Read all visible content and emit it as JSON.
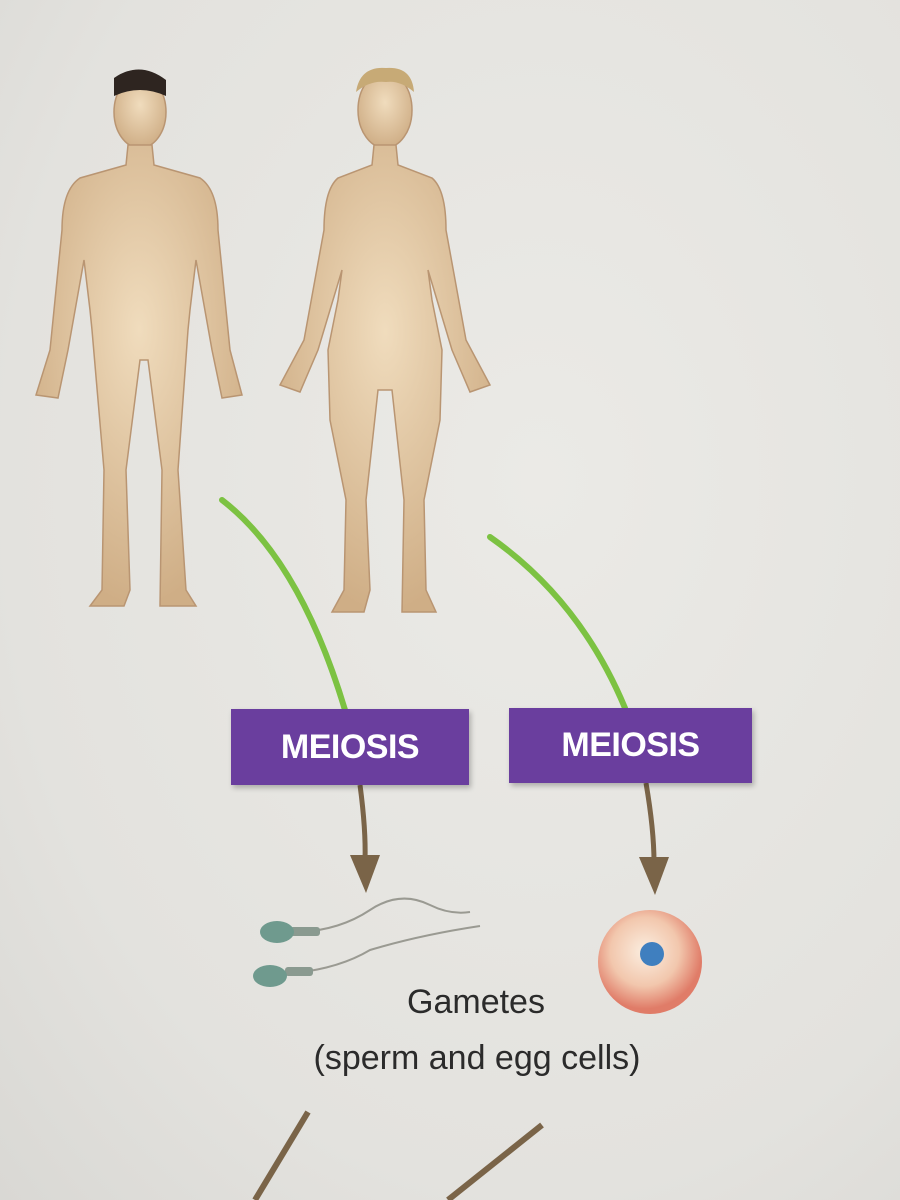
{
  "diagram": {
    "process_labels": [
      "MEIOSIS",
      "MEIOSIS"
    ],
    "gametes_label": "Gametes",
    "gametes_sublabel": "(sperm and egg cells)",
    "colors": {
      "meiosis_box": "#6a3e9e",
      "green_line": "#7cc242",
      "brown_arrow": "#7a6448",
      "skin": "#e2c6a0",
      "egg": "#eaa48c",
      "egg_nucleus": "#3f7fbf",
      "sperm": "#6f9a8e"
    },
    "figures": [
      "male-human-figure",
      "female-human-figure",
      "sperm-cell",
      "sperm-cell",
      "egg-cell"
    ]
  }
}
